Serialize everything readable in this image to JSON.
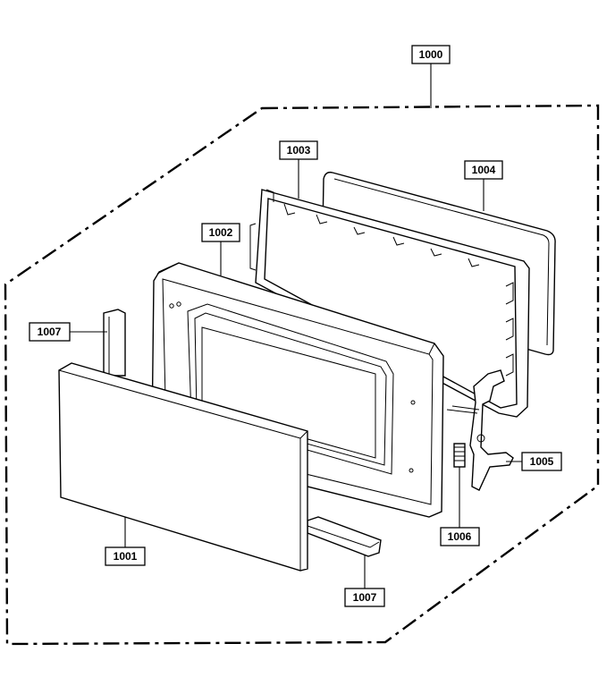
{
  "labels": {
    "assembly": "1000",
    "door_panel": "1001",
    "door_frame": "1002",
    "choke_frame": "1003",
    "window_screen": "1004",
    "latch_hook": "1005",
    "spring": "1006",
    "spacer_left": "1007",
    "spacer_bottom": "1007"
  }
}
